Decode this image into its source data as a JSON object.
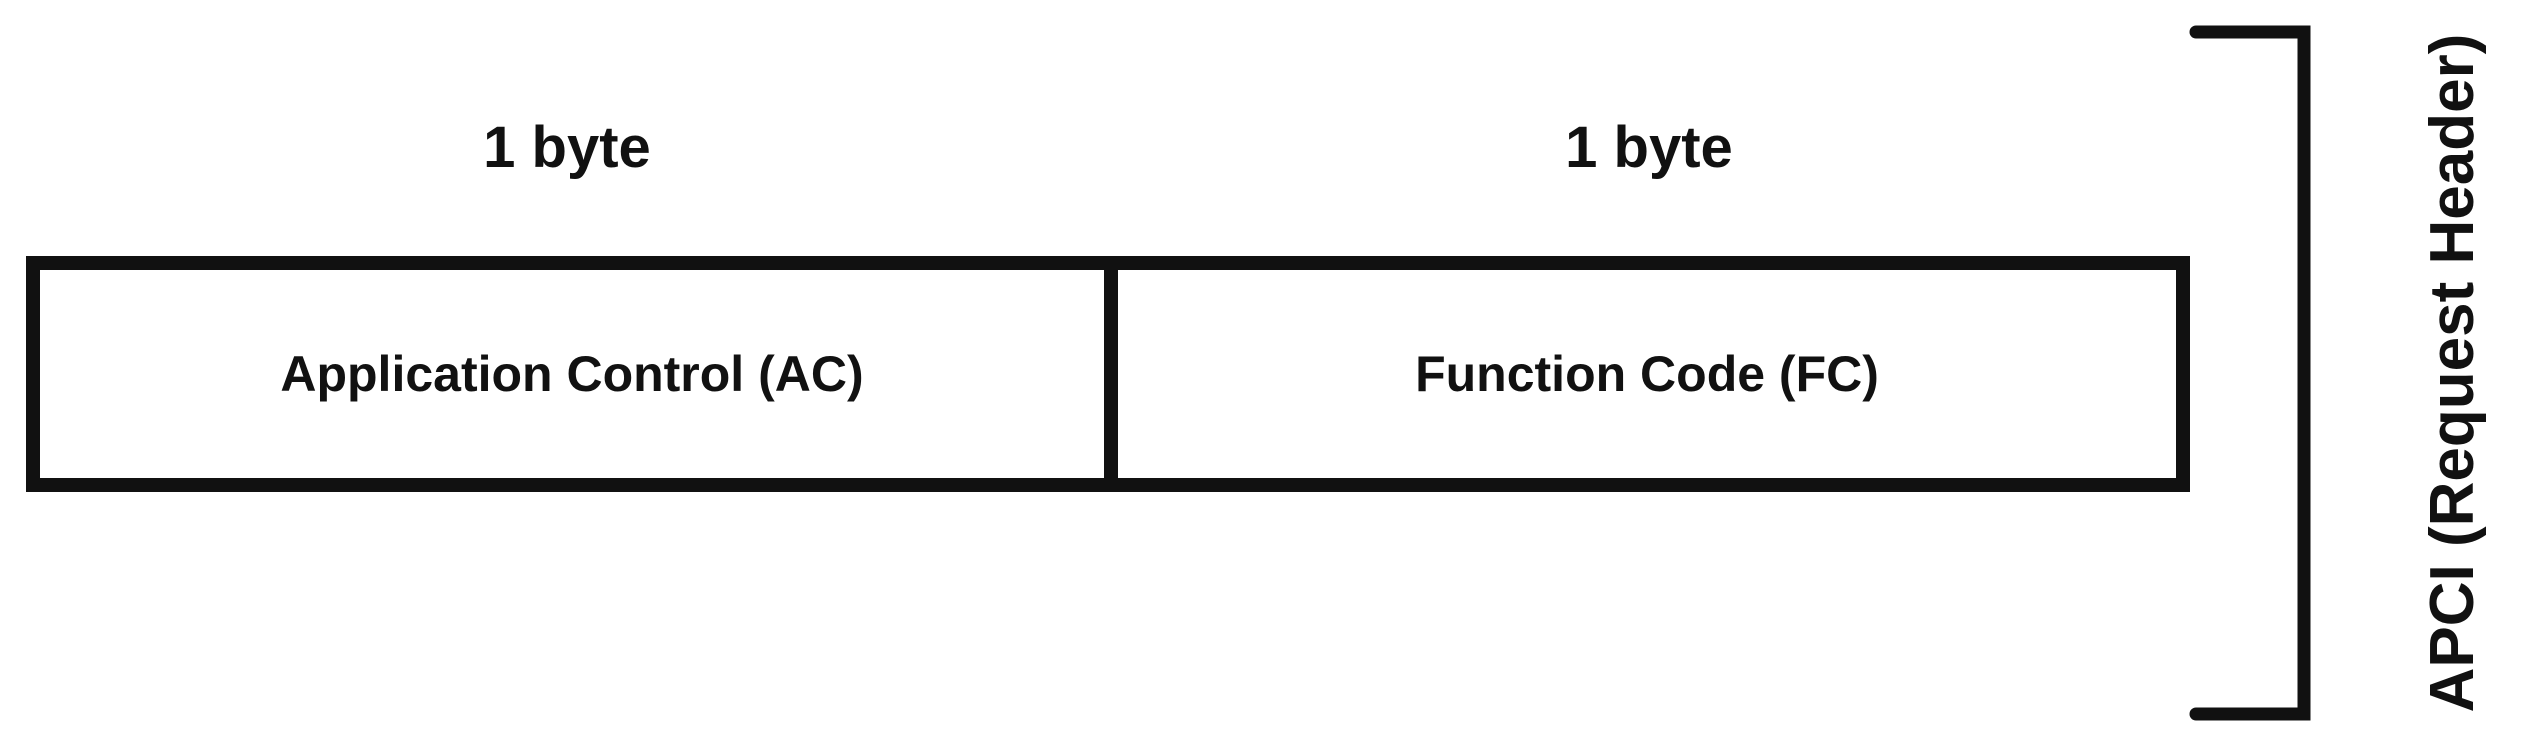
{
  "fields": [
    {
      "size": "1 byte",
      "label": "Application Control (AC)"
    },
    {
      "size": "1 byte",
      "label": "Function Code (FC)"
    }
  ],
  "bracket_label": "APCI (Request Header)",
  "colors": {
    "stroke": "#111111",
    "background": "#ffffff"
  }
}
